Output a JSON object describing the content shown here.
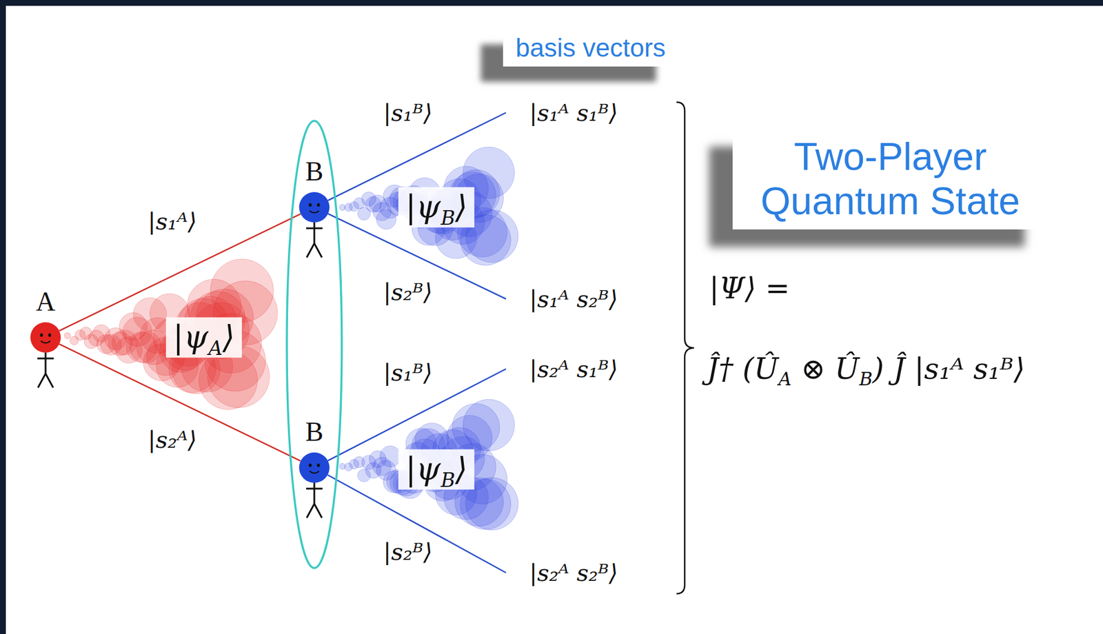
{
  "diagram": {
    "nodes": [
      {
        "text": [
          "basis vectors"
        ]
      },
      {
        "text": [
          "Two-Player Quantum State"
        ]
      },
      {
        "text": [
          "A"
        ]
      },
      {
        "text": []
      },
      {
        "text": [
          "B"
        ],
        "in": 3
      },
      {
        "text": [
          "B"
        ],
        "in": 3
      },
      {
        "text": [
          "|s₁ᴬ s₁ᴮ⟩"
        ]
      },
      {
        "text": [
          "|s₁ᴬ s₂ᴮ⟩"
        ]
      },
      {
        "text": [
          "|s₂ᴬ s₁ᴮ⟩"
        ]
      },
      {
        "text": [
          "|s₂ᴬ s₂ᴮ⟩"
        ]
      }
    ],
    "edges": [
      {
        "from": 2,
        "to": 4,
        "label": "|s₁ᴬ⟩",
        "arrow": "none"
      },
      {
        "from": 2,
        "to": 5,
        "label": "|s₂ᴬ⟩",
        "arrow": "none"
      },
      {
        "from": 4,
        "to": 6,
        "label": "|s₁ᴮ⟩",
        "arrow": "none"
      },
      {
        "from": 4,
        "to": 7,
        "label": "|s₂ᴮ⟩",
        "arrow": "none"
      },
      {
        "from": 5,
        "to": 8,
        "label": "|s₁ᴮ⟩",
        "arrow": "none"
      },
      {
        "from": 5,
        "to": 9,
        "label": "|s₂ᴮ⟩",
        "arrow": "none"
      }
    ],
    "labels": [
      "|ψA⟩",
      "|ψB⟩",
      "|ψB⟩",
      "|Ψ⟩ =",
      "Ĵ† (ÛA ⊗ ÛB) Ĵ |s₁ᴬ s₁ᴮ⟩"
    ]
  }
}
